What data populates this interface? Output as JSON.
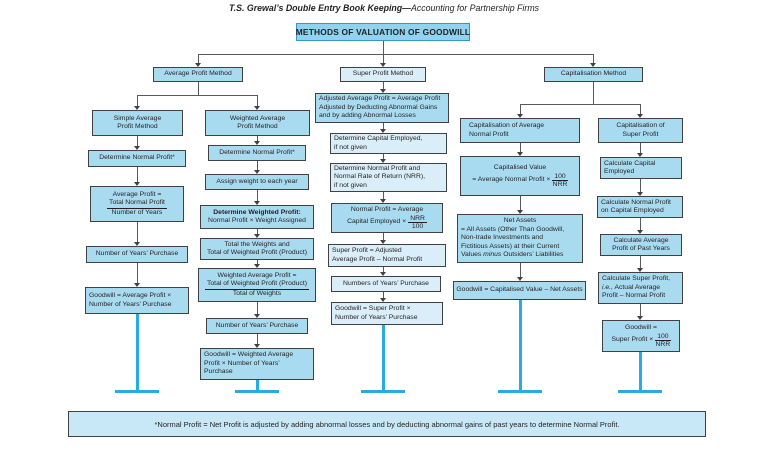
{
  "colors": {
    "accent_blue": "#29abe2",
    "box_fill": "#a9dbf0",
    "box_fill_light": "#d9eef8",
    "root_fill": "#8fd3f0",
    "root_border": "#3596c6",
    "box_border": "#414042",
    "connector": "#58595b"
  },
  "header": {
    "title_bold": "T.S. Grewal’s Double Entry Book Keeping—",
    "title_italic": "Accounting for Partnership Firms"
  },
  "root_label": "METHODS OF VALUATION OF GOODWILL",
  "average_method": {
    "label": "Average Profit Method",
    "simple": {
      "title": [
        "Simple Average",
        "Profit Method"
      ],
      "step1": "Determine Normal Profit*",
      "step2": {
        "line1": "Average Profit =",
        "numerator": "Total Normal Profit",
        "denominator": "Number of Years"
      },
      "step3": "Number of Years’ Purchase",
      "step4": [
        "Goodwill = Average Profit ×",
        "Number of Years’ Purchase"
      ]
    },
    "weighted": {
      "title": [
        "Weighted Average",
        "Profit Method"
      ],
      "step1": "Determine Normal Profit*",
      "step2": "Assign weight to each year",
      "step3": {
        "bold": "Determine Weighted Profit:",
        "rest": "Normal Profit × Weight Assigned"
      },
      "step4": [
        "Total the Weights and",
        "Total of Weighted Profit (Product)"
      ],
      "step5": {
        "line1": "Weighted Average Profit =",
        "numerator": "Total of Weighted Profit (Product)",
        "denominator": "Total of Weights"
      },
      "step6": "Number of Years’ Purchase",
      "step7": [
        "Goodwill = Weighted Average",
        "Profit × Number of Years’",
        "Purchase"
      ]
    }
  },
  "super_method": {
    "label": "Super Profit Method",
    "step1": [
      "Adjusted Average Profit = Average Profit",
      "Adjusted by Deducting Abnormal Gains",
      "and by adding Abnormal Losses"
    ],
    "step2": [
      "Determine Capital Employed,",
      "if not given"
    ],
    "step3": [
      "Determine Normal Profit and",
      "Normal Rate of Return (NRR),",
      "if not given"
    ],
    "step4": {
      "line1": "Normal Profit = Average",
      "pre": "Capital Employed ×",
      "numerator": "NRR",
      "denominator": "100"
    },
    "step5": [
      "Super Profit = Adjusted",
      "Average Profit – Normal Profit"
    ],
    "step6": "Numbers of Years’ Purchase",
    "step7": [
      "Goodwill = Super Profit ×",
      "Number of Years’ Purchase"
    ]
  },
  "capitalisation_method": {
    "label": "Capitalisation Method",
    "average_normal": {
      "title": [
        "Capitalisation of Average",
        "Normal Profit"
      ],
      "step1": {
        "line1": "Capitalised Value",
        "pre": "= Average Normal Profit ×",
        "numerator": "100",
        "denominator": "NRR"
      },
      "step2": {
        "title": "Net Assets",
        "lines": [
          "= All Assets (Other Than Goodwill,",
          "Non-trade Investments and",
          "Fictitious Assets) at their Current"
        ],
        "last_pre": "Values ",
        "last_italic": "minus",
        "last_post": " Outsiders’ Liabilities"
      },
      "step3": "Goodwill = Capitalised Value – Net Assets"
    },
    "super_profit": {
      "title": [
        "Capitalisation of",
        "Super Profit"
      ],
      "step1": [
        "Calculate Capital",
        "Employed"
      ],
      "step2": [
        "Calculate Normal Profit",
        "on Capital Employed"
      ],
      "step3": [
        "Calculate Average",
        "Profit of Past Years"
      ],
      "step4": {
        "line1": "Calculate Super Profit,",
        "line2_italic": "i.e.,",
        "line2_rest": " Actual Average",
        "line3": "Profit – Normal Profit"
      },
      "step5": {
        "line1": "Goodwill =",
        "pre": "Super Profit ×",
        "numerator": "100",
        "denominator": "NRR"
      }
    }
  },
  "footnote": "*Normal Profit = Net Profit is adjusted by adding abnormal losses and by deducting abnormal gains of past years to determine Normal Profit."
}
